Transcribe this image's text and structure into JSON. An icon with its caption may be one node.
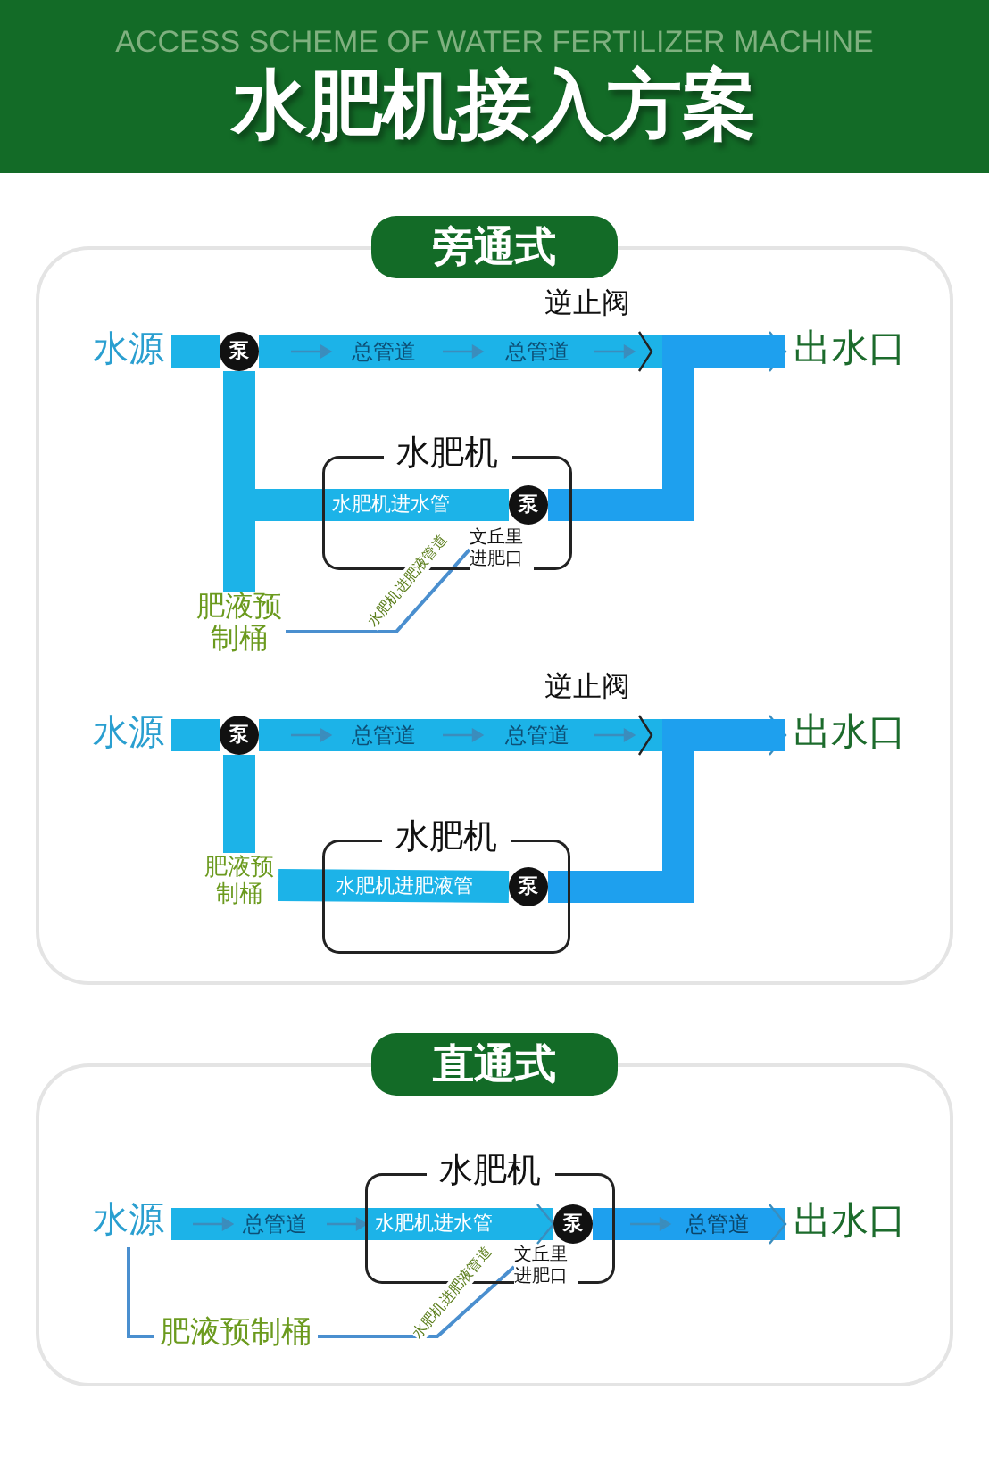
{
  "diagram": {
    "title": "水肥机接入方案",
    "nodes": [
      {
        "text": [
          "旁通式"
        ]
      },
      {
        "text": [
          "水源"
        ],
        "in": 0
      },
      {
        "text": [
          "泵"
        ],
        "in": 0
      },
      {
        "text": [
          "出水口"
        ],
        "in": 0
      },
      {
        "text": [
          "水肥机"
        ],
        "in": 0
      },
      {
        "text": [
          "泵"
        ],
        "in": 4
      },
      {
        "text": [
          "文丘里进肥口"
        ],
        "in": 4
      },
      {
        "text": [
          "肥液预制桶"
        ],
        "in": 0
      },
      {
        "text": [
          "水源"
        ],
        "in": 0
      },
      {
        "text": [
          "泵"
        ],
        "in": 0
      },
      {
        "text": [
          "出水口"
        ],
        "in": 0
      },
      {
        "text": [
          "水肥机"
        ],
        "in": 0
      },
      {
        "text": [
          "泵"
        ],
        "in": 11
      },
      {
        "text": [
          "肥液预制桶"
        ],
        "in": 0
      },
      {
        "text": [
          "直通式"
        ]
      },
      {
        "text": [
          "水源"
        ],
        "in": 14
      },
      {
        "text": [
          "水肥机"
        ],
        "in": 14
      },
      {
        "text": [
          "泵"
        ],
        "in": 16
      },
      {
        "text": [
          "文丘里进肥口"
        ],
        "in": 16
      },
      {
        "text": [
          "出水口"
        ],
        "in": 14
      },
      {
        "text": [
          "肥液预制桶"
        ],
        "in": 14
      }
    ],
    "edges": [
      {
        "from": 1,
        "to": 2,
        "arrow": "none"
      },
      {
        "from": 2,
        "to": 3,
        "arrow": "to"
      },
      {
        "from": 2,
        "to": 7,
        "arrow": "none"
      },
      {
        "from": 2,
        "to": 5,
        "arrow": "none",
        "label": "水肥机进水管"
      },
      {
        "from": 5,
        "to": 3,
        "arrow": "none"
      },
      {
        "from": 7,
        "to": 6,
        "arrow": "none",
        "label": "水肥机进肥液管道"
      },
      {
        "from": 8,
        "to": 9,
        "arrow": "none"
      },
      {
        "from": 9,
        "to": 10,
        "arrow": "to"
      },
      {
        "from": 9,
        "to": 13,
        "arrow": "none"
      },
      {
        "from": 13,
        "to": 12,
        "arrow": "none",
        "label": "水肥机进肥液管"
      },
      {
        "from": 12,
        "to": 10,
        "arrow": "none"
      },
      {
        "from": 15,
        "to": 17,
        "arrow": "to",
        "label": "水肥机进水管"
      },
      {
        "from": 17,
        "to": 19,
        "arrow": "to"
      },
      {
        "from": 15,
        "to": 20,
        "arrow": "none"
      },
      {
        "from": 20,
        "to": 18,
        "arrow": "none",
        "label": "水肥机进肥液管道"
      }
    ],
    "labels": [
      "ACCESS SCHEME OF WATER FERTILIZER MACHINE",
      "逆止阀",
      "总管道",
      "总管道",
      "逆止阀",
      "总管道",
      "总管道",
      "总管道",
      "总管道"
    ]
  }
}
